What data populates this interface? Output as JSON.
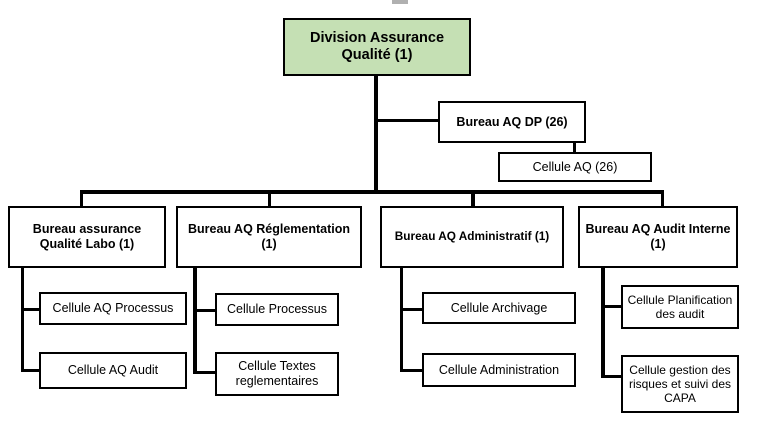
{
  "diagram": {
    "type": "org-chart",
    "title_visible": false,
    "colors": {
      "root_fill": "#c5e0b4",
      "box_fill": "#ffffff",
      "border": "#000000",
      "text": "#000000"
    },
    "nodes": {
      "root": {
        "label": "Division Assurance\nQualité (1)",
        "count": "1"
      },
      "aq_dp": {
        "label": "Bureau AQ DP (26)",
        "count": "26"
      },
      "cellule_aq": {
        "label": "Cellule AQ (26)",
        "count": "26"
      },
      "bureau_labo": {
        "label": "Bureau assurance\nQualité Labo (1)",
        "count": "1"
      },
      "bureau_reglementation": {
        "label": "Bureau AQ Réglementation\n(1)",
        "count": "1"
      },
      "bureau_administratif": {
        "label": "Bureau AQ Administratif (1)",
        "count": "1"
      },
      "bureau_audit_interne": {
        "label": "Bureau AQ Audit Interne\n(1)",
        "count": "1"
      },
      "cellule_aq_processus": {
        "label": "Cellule AQ Processus"
      },
      "cellule_aq_audit": {
        "label": "Cellule AQ Audit"
      },
      "cellule_processus": {
        "label": "Cellule Processus"
      },
      "cellule_textes": {
        "label": "Cellule  Textes\nreglementaires"
      },
      "cellule_archivage": {
        "label": "Cellule Archivage"
      },
      "cellule_administration": {
        "label": "Cellule Administration"
      },
      "cellule_planification": {
        "label": "Cellule Planification\ndes audit"
      },
      "cellule_gestion_risques": {
        "label": "Cellule gestion des\nrisques et suivi des\nCAPA"
      }
    }
  }
}
